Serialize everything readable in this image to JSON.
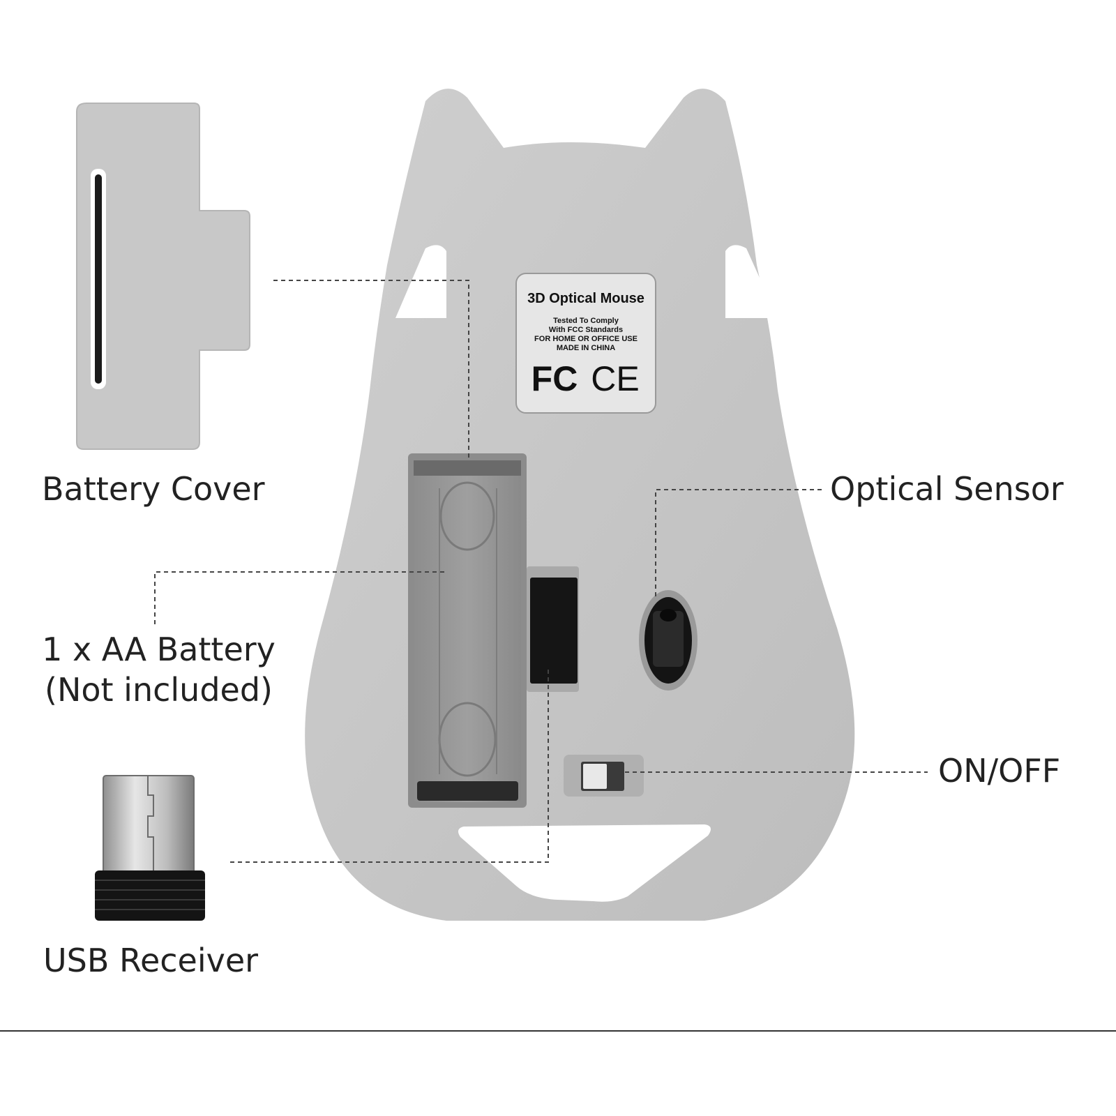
{
  "callouts": {
    "battery_cover": "Battery Cover",
    "aa_battery_line1": "1 x AA Battery",
    "aa_battery_line2": "(Not included)",
    "usb_receiver": "USB Receiver",
    "optical_sensor": "Optical Sensor",
    "on_off": "ON/OFF"
  },
  "label_sticker": {
    "title": "3D Optical Mouse",
    "line1": "Tested To Comply",
    "line2": "With FCC Standards",
    "line3": "FOR HOME OR OFFICE USE",
    "line4": "MADE IN CHINA",
    "mark_fc": "FC",
    "mark_ce": "CE"
  },
  "colors": {
    "body": "#c8c8c8",
    "body_dark": "#b9b9b9",
    "text": "#222222",
    "leader": "#444444",
    "white_pad": "#ffffff"
  }
}
